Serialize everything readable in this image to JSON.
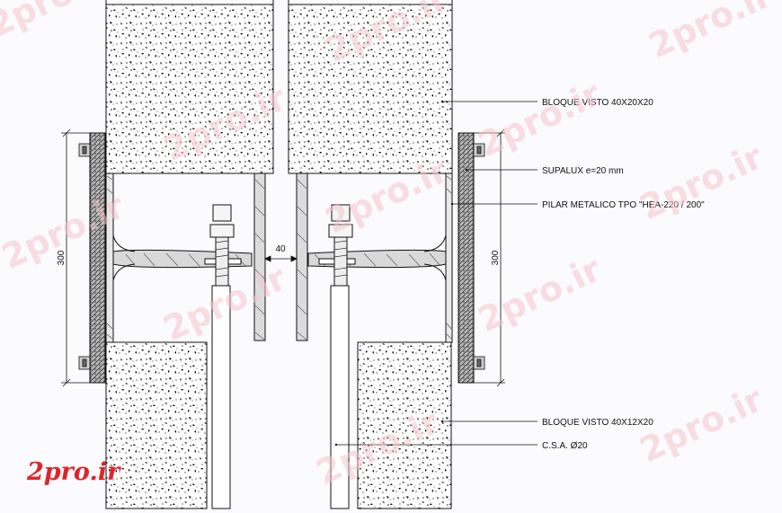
{
  "labels": {
    "bloque_top": "BLOQUE VISTO 40X20X20",
    "supalux": "SUPALUX e=20 mm",
    "pilar": "PILAR METALICO TPO \"HEA-220 / 200\"",
    "bloque_bottom": "BLOQUE VISTO 40X12X20",
    "csa": "C.S.A. Ø20"
  },
  "dimensions": {
    "left_height": "300",
    "right_height": "300",
    "gap": "40"
  },
  "watermark": {
    "text": "2pro.ir",
    "brand_text": "2pro.ir",
    "brand_color": "#e0242b"
  }
}
